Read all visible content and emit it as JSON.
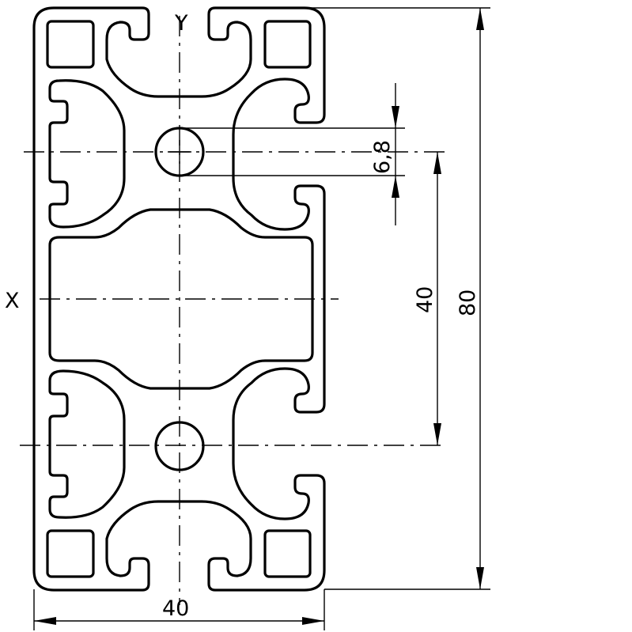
{
  "drawing": {
    "axis_labels": {
      "x": "X",
      "y": "Y"
    },
    "dimensions": {
      "height": "80",
      "width": "40",
      "hole_spacing": "40",
      "hole_diameter": "6,8"
    },
    "colors": {
      "line": "#000000",
      "background": "#ffffff"
    }
  }
}
